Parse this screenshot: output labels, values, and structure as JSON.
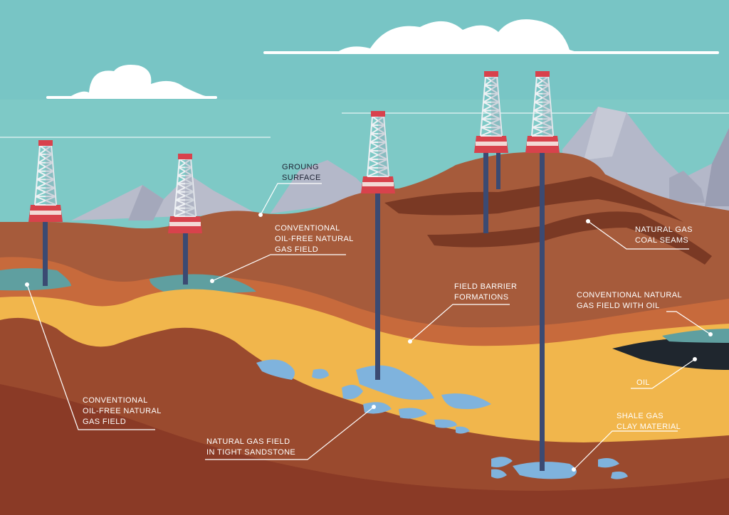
{
  "labels": {
    "ground_surface": [
      "GROUNG",
      "SURFACE"
    ],
    "gas_field_upper": [
      "CONVENTIONAL",
      "OIL-FREE NATURAL",
      "GAS FIELD"
    ],
    "coal_seams": [
      "NATURAL GAS",
      "COAL SEAMS"
    ],
    "barrier": [
      "FIELD BARRIER",
      "FORMATIONS"
    ],
    "gas_field_oil": [
      "CONVENTIONAL NATURAL",
      "GAS FIELD WITH OIL"
    ],
    "oil": [
      "OIL"
    ],
    "gas_field_left": [
      "CONVENTIONAL",
      "OIL-FREE NATURAL",
      "GAS FIELD"
    ],
    "sandstone": [
      "NATURAL GAS FIELD",
      "IN TIGHT SANDSTONE"
    ],
    "shale": [
      "SHALE GAS",
      "CLAY MATERIAL"
    ]
  },
  "colors": {
    "sky": "#7ec9c6",
    "cloud": "#ffffff",
    "mountain": "#b4b8c9",
    "ground_top": "#a85a3a",
    "barrier_layer": "#c96a3c",
    "sandstone": "#f1b64c",
    "shale": "#8a3a26",
    "water": "#7fb3dd",
    "oil": "#1f262e",
    "pipe": "#3b4a72",
    "derrick_red": "#d8424c"
  },
  "icons": [
    "oil-derrick-icon",
    "cloud-icon",
    "mountain-icon",
    "drill-pipe-icon",
    "gas-pocket-icon"
  ]
}
